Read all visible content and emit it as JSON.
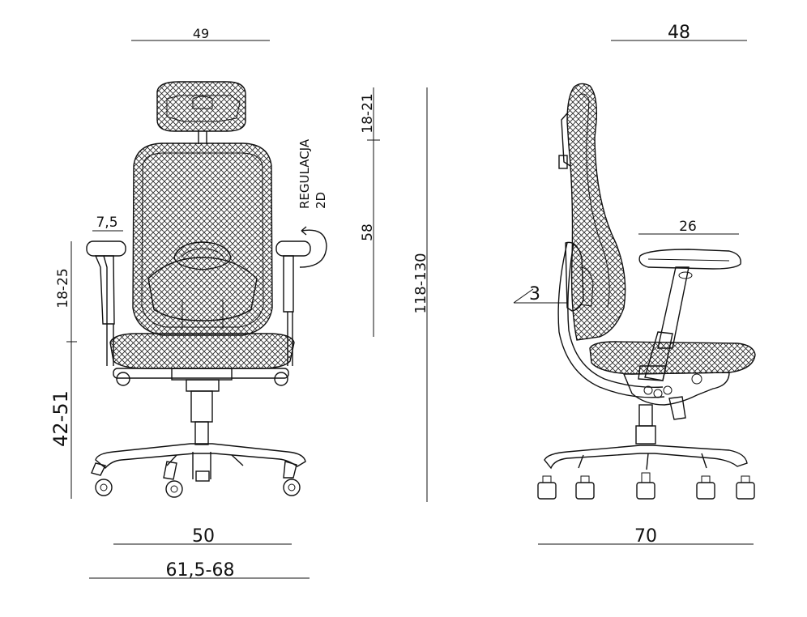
{
  "front_view": {
    "headrest_width": "49",
    "armpad_width": "7,5",
    "headrest_adjust_label": "REGULACJA",
    "headrest_adjust_sub": "2D",
    "armrest_height": "18-25",
    "seat_height": "42-51",
    "seat_width": "50",
    "overall_width": "61,5-68"
  },
  "middle_dims": {
    "headrest_height": "18-21",
    "backrest_height": "58",
    "overall_height": "118-130"
  },
  "side_view": {
    "depth_top": "48",
    "armrest_depth": "26",
    "tilt_angle": "3",
    "base_depth": "70"
  },
  "colors": {
    "ink": "#111111",
    "background": "#ffffff"
  }
}
